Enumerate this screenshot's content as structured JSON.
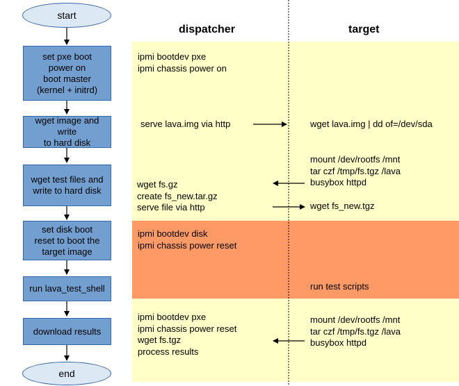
{
  "headers": {
    "dispatcher": "dispatcher",
    "target": "target"
  },
  "flow": {
    "start": "start",
    "end": "end",
    "steps": [
      {
        "lines": [
          "set pxe boot",
          "power on",
          "boot master",
          "(kernel + initrd)"
        ]
      },
      {
        "lines": [
          "wget image and write",
          "to hard disk"
        ]
      },
      {
        "lines": [
          "wget test files and",
          "write to hard disk"
        ]
      },
      {
        "lines": [
          "set disk boot",
          "reset to boot the",
          "target image"
        ]
      },
      {
        "lines": [
          "run lava_test_shell"
        ]
      },
      {
        "lines": [
          "download results"
        ]
      }
    ]
  },
  "dispatcher": {
    "block1": [
      "ipmi bootdev pxe",
      "ipmi chassis power on"
    ],
    "block2": [
      "serve lava.img via http"
    ],
    "block3": [
      "wget fs.gz",
      "create fs_new.tar.gz",
      "serve file via http"
    ],
    "block4": [
      "ipmi bootdev disk",
      "ipmi chassis power reset"
    ],
    "block6": [
      "ipmi bootdev pxe",
      "ipmi chassis power reset",
      "wget fs.tgz",
      "process results"
    ]
  },
  "target": {
    "block2": [
      "wget lava.img | dd of=/dev/sda"
    ],
    "block3a": [
      "mount /dev/rootfs /mnt",
      "tar czf /tmp/fs.tgz /lava",
      "busybox httpd"
    ],
    "block3b": [
      "wget fs_new.tgz"
    ],
    "block5": [
      "run test scripts"
    ],
    "block6": [
      "mount /dev/rootfs /mnt",
      "tar czf /tmp/fs.tgz /lava",
      "busybox httpd"
    ]
  },
  "colors": {
    "band": "#ffffc8",
    "highlight": "#ff9966",
    "step_fill": "#729fcf",
    "step_border": "#3465a4",
    "terminal_fill": "#dde8f5"
  }
}
